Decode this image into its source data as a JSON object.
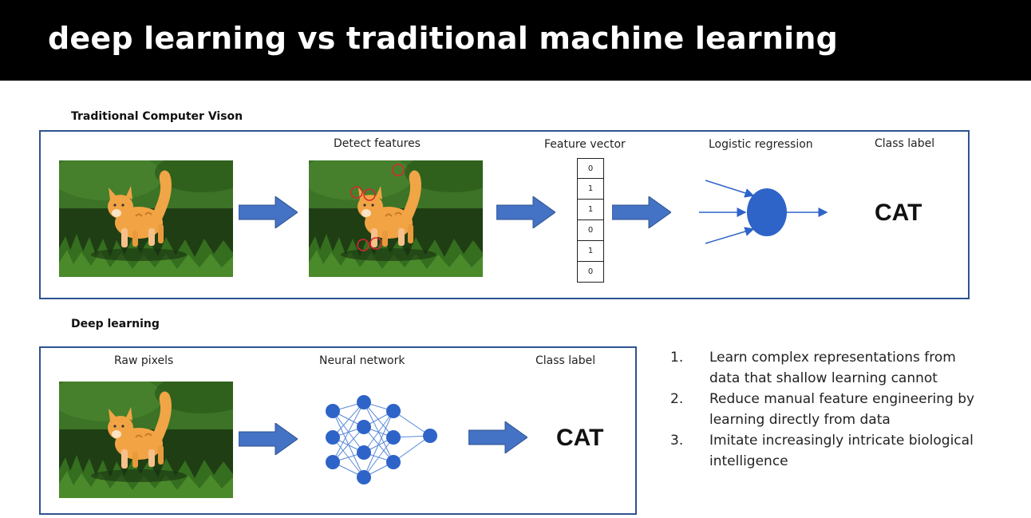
{
  "header": {
    "title": "deep learning vs traditional machine learning"
  },
  "traditional": {
    "section_label": "Traditional Computer Vison",
    "detect_features_label": "Detect features",
    "feature_vector_label": "Feature vector",
    "feature_vector_values": [
      "0",
      "1",
      "1",
      "0",
      "1",
      "0"
    ],
    "logistic_regression_label": "Logistic regression",
    "class_label_label": "Class label",
    "class_output": "CAT"
  },
  "deep": {
    "section_label": "Deep  learning",
    "raw_pixels_label": "Raw pixels",
    "neural_network_label": "Neural network",
    "class_label_label": "Class label",
    "class_output": "CAT"
  },
  "list": {
    "items": [
      {
        "num": "1.",
        "text_line1": "Learn complex representations from",
        "text_line2": "data that shallow learning cannot"
      },
      {
        "num": "2.",
        "text_line1": "Reduce manual feature engineering by",
        "text_line2": "learning directly from data"
      },
      {
        "num": "3.",
        "text_line1": "Imitate increasingly intricate biological",
        "text_line2": "intelligence"
      }
    ]
  },
  "colors": {
    "arrow": "#4472c4",
    "node": "#2e63c8",
    "box_border": "#2f528f",
    "grass": "#2f5a1a",
    "cat": "#e89a3c",
    "feature_circle": "#d9272e"
  },
  "icons": [
    "cat-photo",
    "right-arrow",
    "neuron",
    "neural-network"
  ]
}
